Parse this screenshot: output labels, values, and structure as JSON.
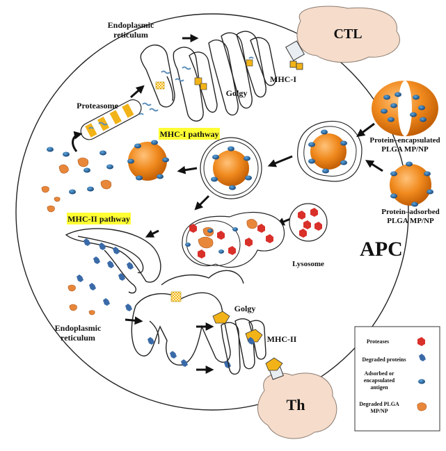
{
  "labels": {
    "er_top_line1": "Endoplasmic",
    "er_top_line2": "reticulum",
    "golgi_top": "Golgy",
    "mhc1": "MHC-I",
    "ctl": "CTL",
    "proteasome": "Proteasome",
    "mhc1_pathway": "MHC-I pathway",
    "mhc2_pathway": "MHC-II pathway",
    "encapsulated_line1": "Protein–encapsulated",
    "encapsulated_line2": "PLGA MP/NP",
    "adsorbed_line1": "Protein–adsorbed",
    "adsorbed_line2": "PLGA MP/NP",
    "apc": "APC",
    "lysosome": "Lysosome",
    "golgi_bottom": "Golgy",
    "mhc2": "MHC-II",
    "er_bottom_line1": "Endoplasmic",
    "er_bottom_line2": "reticulum",
    "th": "Th"
  },
  "legend": {
    "proteases": "Proteases",
    "degraded_proteins": "Degraded proteins",
    "antigen_line1": "Adsorbed or",
    "antigen_line2": "encapsulated",
    "antigen_line3": "antigen",
    "plga_line1": "Degraded PLGA",
    "plga_line2": "MP/NP"
  },
  "colors": {
    "particle_orange": "#f08a1e",
    "antigen_blue": "#1f5c99",
    "protease_red": "#d9302a",
    "mhc_yellow": "#f2b318",
    "highlight_yellow": "#ffff33",
    "cell_pink": "#f5dccb"
  }
}
